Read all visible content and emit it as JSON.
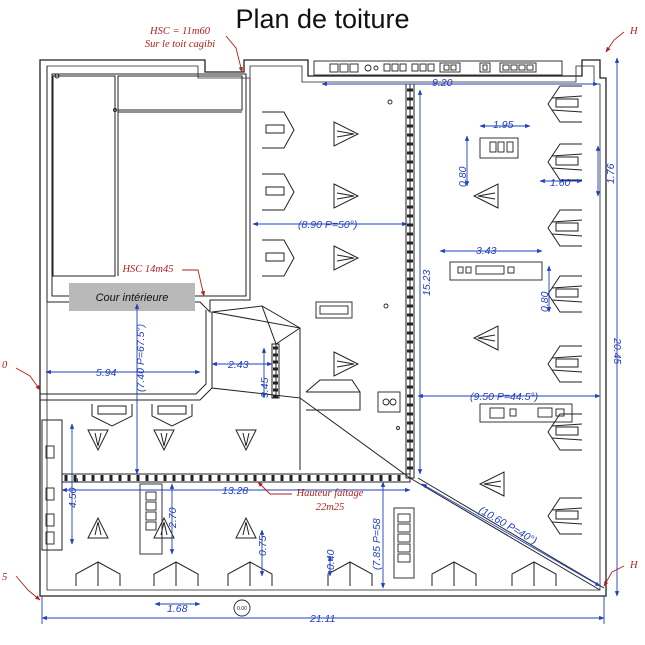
{
  "title": "Plan de toiture",
  "annotations": {
    "hsc_cagibi_line1": "HSC = 11m60",
    "hsc_cagibi_line2": "Sur le toit cagibi",
    "hsc_court": "HSC 14m45",
    "cour": "Cour intérieure",
    "faitage_line1": "Hauteur faîtage",
    "faitage_line2": "22m25",
    "edge_top_right": "H",
    "edge_right_bottom": "H",
    "edge_left_mid": "0",
    "edge_left_bottom": "5",
    "ring_label": "0.00"
  },
  "dimensions": {
    "d_9_20": "9.20",
    "d_1_95": "1.95",
    "d_0_80_a": "0.80",
    "d_1_60": "1.60",
    "d_1_76": "1.76",
    "d_8_90": "(8.90 P=50°)",
    "d_3_43": "3.43",
    "d_15_23": "15.23",
    "d_0_80_b": "0.80",
    "d_20_45": "20.45",
    "d_7_40": "(7.40 P=67.5°)",
    "d_5_94": "5.94",
    "d_2_43": "2.43",
    "d_3_45": "3.45",
    "d_9_50": "(9.50 P=44.5°)",
    "d_4_50": "4.50",
    "d_13_28": "13.28",
    "d_2_70": "2.70",
    "d_0_75": "0.75",
    "d_0_40": "0.40",
    "d_p58": "(7.85 P=58",
    "d_10_60": "(10.60 P=40°)",
    "d_1_68": "1.68",
    "d_21_11": "21.11"
  }
}
